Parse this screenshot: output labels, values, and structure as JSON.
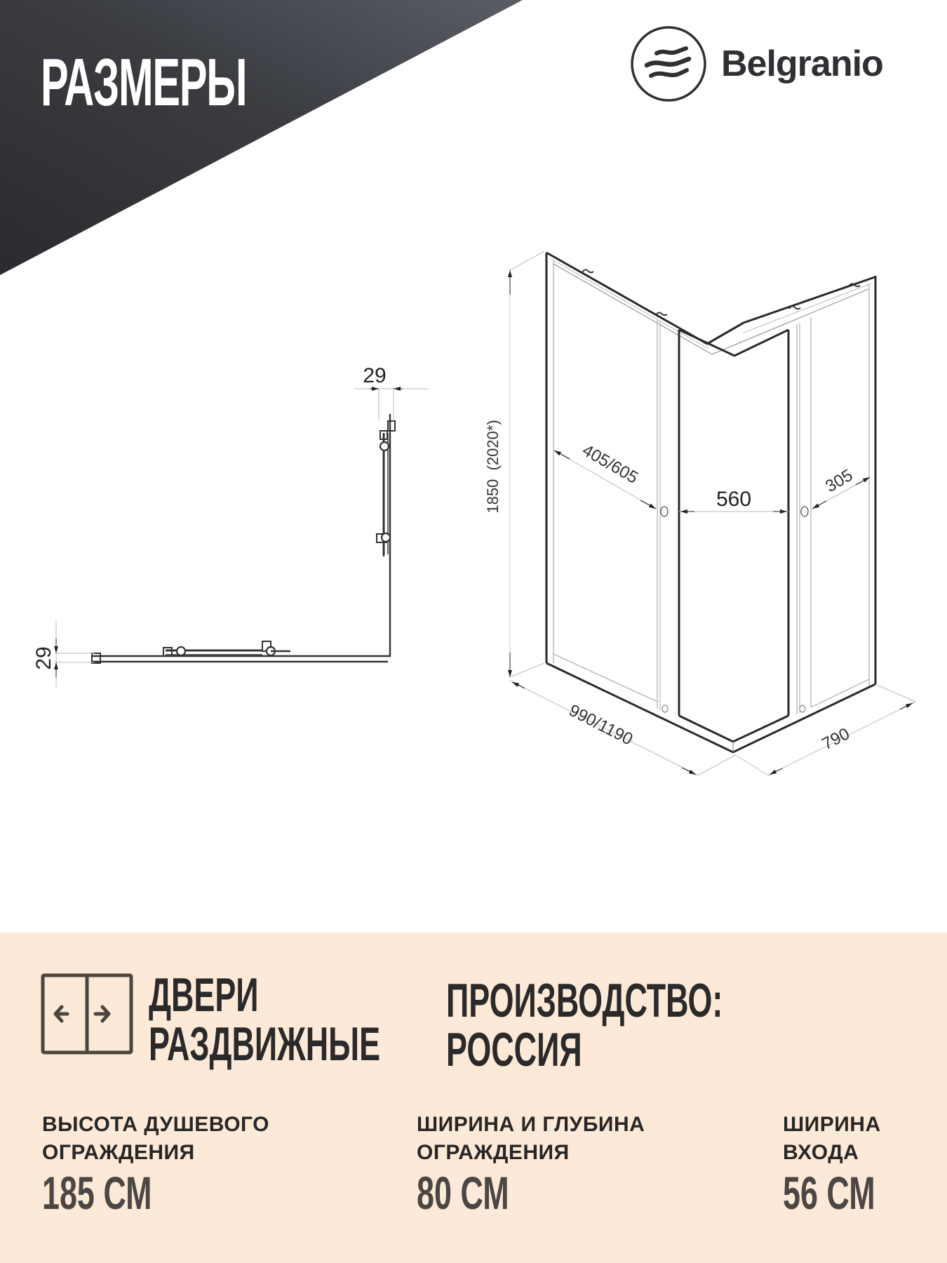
{
  "header": {
    "title": "РАЗМЕРЫ",
    "band_color_dark": "#2c2d31",
    "band_color_light": "#575a61"
  },
  "brand": {
    "name": "Belgranio",
    "logo_icon": "waves-in-circle-icon",
    "color": "#2f3034"
  },
  "plan_view": {
    "dim_top": "29",
    "dim_left": "29"
  },
  "iso_view": {
    "height_label": "1850  (2020*)",
    "left_panel_label": "405/605",
    "entry_label": "560",
    "right_panel_label": "305",
    "length_label": "990/1190",
    "depth_label": "790"
  },
  "info": {
    "background": "#fde9d7",
    "doors": {
      "icon": "sliding-doors-icon",
      "line1": "ДВЕРИ",
      "line2": "РАЗДВИЖНЫЕ"
    },
    "production": {
      "line1": "ПРОИЗВОДСТВО:",
      "line2": "РОССИЯ"
    },
    "stats": [
      {
        "label": "ВЫСОТА ДУШЕВОГО\nОГРАЖДЕНИЯ",
        "value": "185 СМ"
      },
      {
        "label": "ШИРИНА И ГЛУБИНА\nОГРАЖДЕНИЯ",
        "value": "80 СМ"
      },
      {
        "label": "ШИРИНА\nВХОДА",
        "value": "56 СМ"
      }
    ]
  }
}
